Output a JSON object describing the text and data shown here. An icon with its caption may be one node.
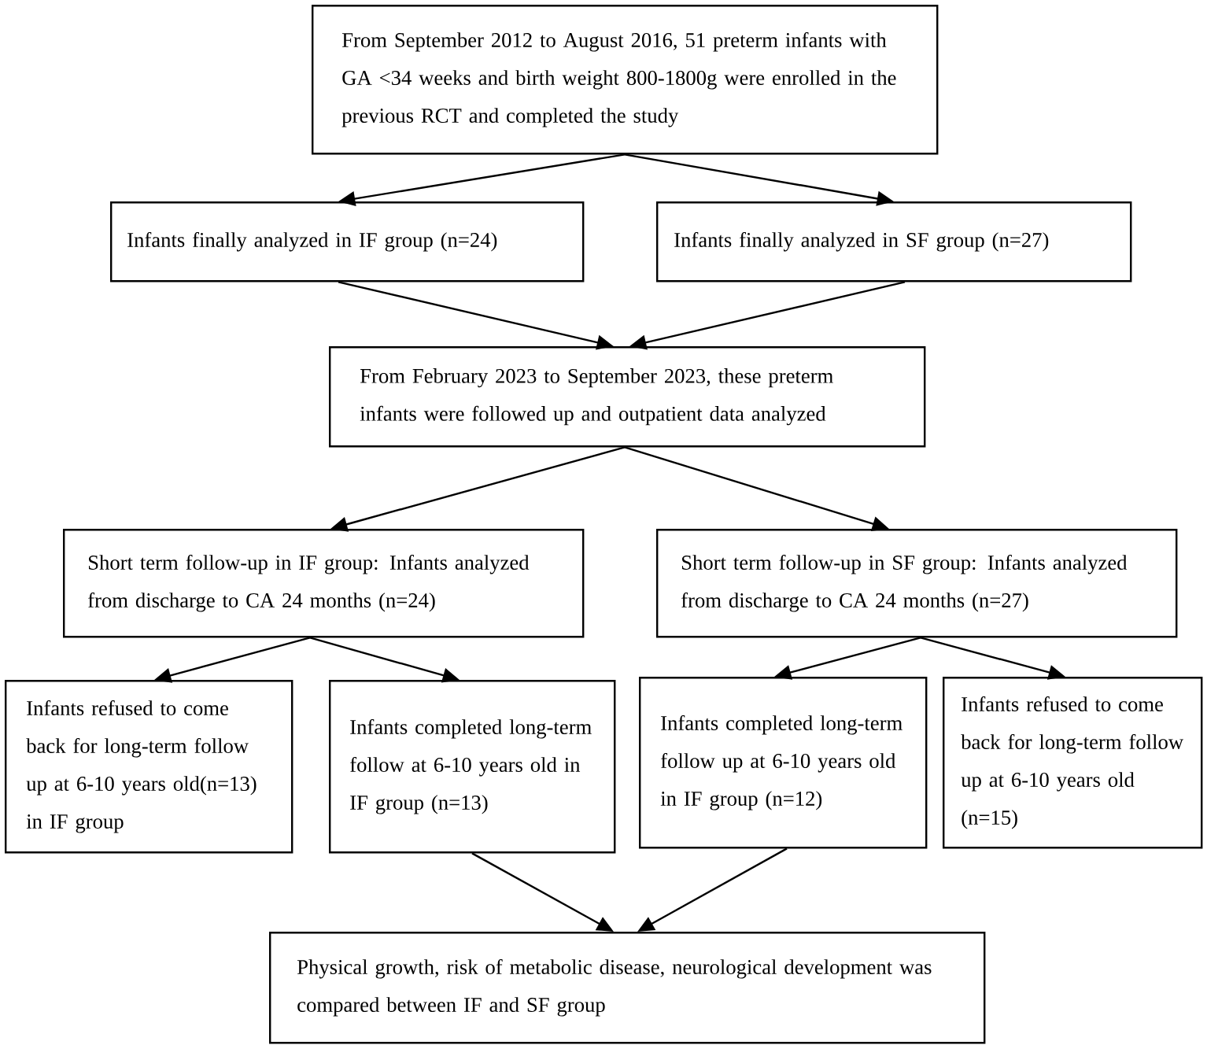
{
  "diagram": {
    "nodes": [
      {
        "text": [
          "From September 2012 to August 2016, 51 preterm infants with GA <34 weeks and birth weight 800-1800g were enrolled in the previous RCT and completed the study"
        ]
      },
      {
        "text": [
          "Infants finally analyzed in IF group (n=24)"
        ]
      },
      {
        "text": [
          "Infants finally analyzed in SF group (n=27)"
        ]
      },
      {
        "text": [
          "From February 2023 to September 2023, these preterm infants were followed up and outpatient data analyzed"
        ]
      },
      {
        "text": [
          "Short term follow-up in IF group: Infants analyzed from discharge to CA 24 months (n=24)"
        ]
      },
      {
        "text": [
          "Short term follow-up in SF group: Infants analyzed from discharge to CA 24 months (n=27)"
        ]
      },
      {
        "text": [
          "Infants refused to come back for long-term follow up at 6-10 years old(n=13) in IF group"
        ]
      },
      {
        "text": [
          "Infants completed long-term follow at 6-10 years old in IF group (n=13)"
        ]
      },
      {
        "text": [
          "Infants completed long-term follow up at 6-10 years old in IF group (n=12)"
        ]
      },
      {
        "text": [
          "Infants refused to come back for long-term follow up at 6-10 years old (n=15)"
        ]
      },
      {
        "text": [
          "Physical growth, risk of metabolic disease, neurological development was compared between IF and SF group"
        ]
      }
    ],
    "edges": [
      {
        "from": 0,
        "to": 1,
        "arrow": "to"
      },
      {
        "from": 0,
        "to": 2,
        "arrow": "to"
      },
      {
        "from": 1,
        "to": 3,
        "arrow": "to"
      },
      {
        "from": 2,
        "to": 3,
        "arrow": "to"
      },
      {
        "from": 3,
        "to": 4,
        "arrow": "to"
      },
      {
        "from": 3,
        "to": 5,
        "arrow": "to"
      },
      {
        "from": 4,
        "to": 6,
        "arrow": "to"
      },
      {
        "from": 4,
        "to": 7,
        "arrow": "to"
      },
      {
        "from": 5,
        "to": 8,
        "arrow": "to"
      },
      {
        "from": 5,
        "to": 9,
        "arrow": "to"
      },
      {
        "from": 7,
        "to": 10,
        "arrow": "to"
      },
      {
        "from": 8,
        "to": 10,
        "arrow": "to"
      }
    ]
  }
}
